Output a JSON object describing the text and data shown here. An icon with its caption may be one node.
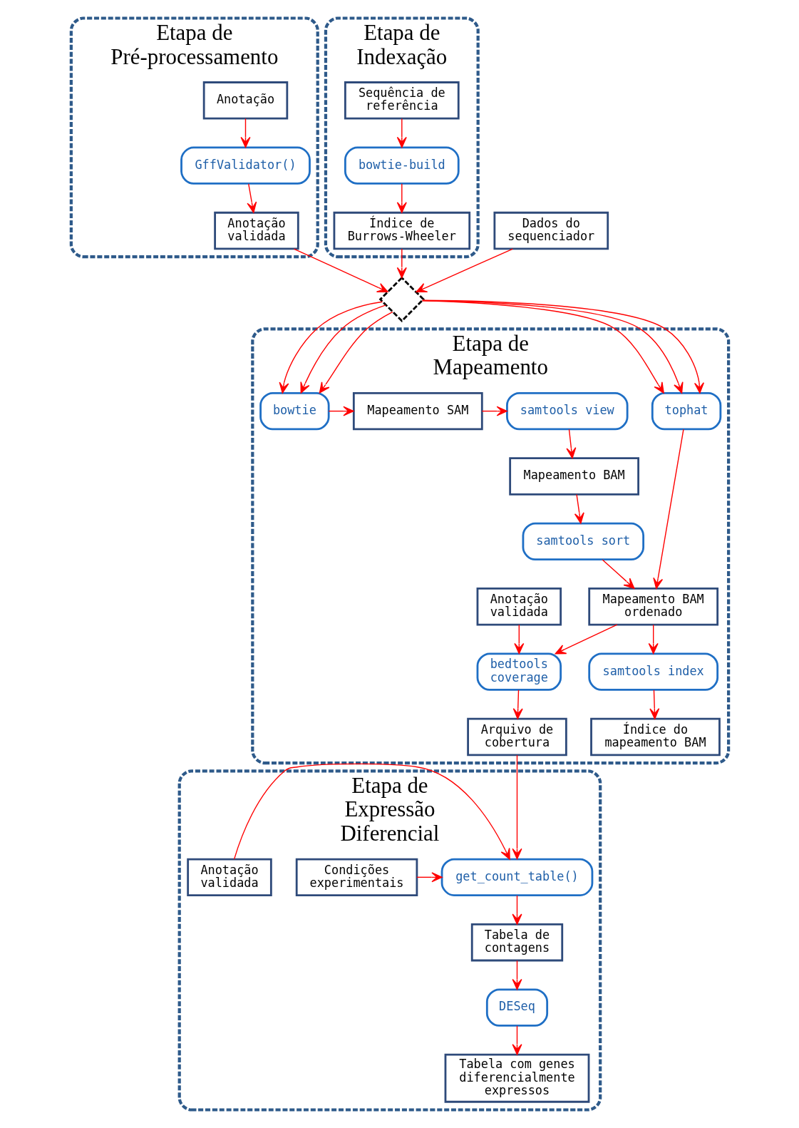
{
  "diagram": {
    "nodes": [
      {
        "text": [
          "Etapa de Pré-processamento"
        ]
      },
      {
        "text": [
          "Anotação"
        ],
        "in": 0
      },
      {
        "text": [
          "GffValidator()"
        ],
        "in": 0
      },
      {
        "text": [
          "Anotação validada"
        ],
        "in": 0
      },
      {
        "text": [
          "Etapa de Indexação"
        ]
      },
      {
        "text": [
          "Sequência de referência"
        ],
        "in": 4
      },
      {
        "text": [
          "bowtie-build"
        ],
        "in": 4
      },
      {
        "text": [
          "Índice de Burrows-Wheeler"
        ],
        "in": 4
      },
      {
        "text": [
          "Dados do sequenciador"
        ]
      },
      {
        "text": [],
        "shape": "diamond"
      },
      {
        "text": [
          "Etapa de Mapeamento"
        ]
      },
      {
        "text": [
          "tophat"
        ],
        "in": 10
      },
      {
        "text": [
          "bowtie"
        ],
        "in": 10
      },
      {
        "text": [
          "Mapeamento SAM"
        ],
        "in": 10
      },
      {
        "text": [
          "samtools view"
        ],
        "in": 10
      },
      {
        "text": [
          "Mapeamento BAM"
        ],
        "in": 10
      },
      {
        "text": [
          "samtools sort"
        ],
        "in": 10
      },
      {
        "text": [
          "Mapeamento BAM ordenado"
        ],
        "in": 10
      },
      {
        "text": [
          "Anotação validada"
        ],
        "in": 10
      },
      {
        "text": [
          "samtools index"
        ],
        "in": 10
      },
      {
        "text": [
          "bedtools coverage"
        ],
        "in": 10
      },
      {
        "text": [
          "Índice do mapeamento BAM"
        ],
        "in": 10
      },
      {
        "text": [
          "Arquivo de cobertura"
        ],
        "in": 10
      },
      {
        "text": [
          "Etapa de Expressão Diferencial"
        ]
      },
      {
        "text": [
          "Condições experimentais"
        ],
        "in": 23
      },
      {
        "text": [
          "get_count_table()"
        ],
        "in": 23
      },
      {
        "text": [
          "Anotação validada"
        ],
        "in": 23
      },
      {
        "text": [
          "Tabela de contagens"
        ],
        "in": 23
      },
      {
        "text": [
          "DESeq"
        ],
        "in": 23
      },
      {
        "text": [
          "Tabela com genes diferencialmente expressos"
        ],
        "in": 23
      }
    ],
    "edges": [
      {
        "from": 1,
        "to": 2,
        "arrow": "to"
      },
      {
        "from": 2,
        "to": 3,
        "arrow": "to"
      },
      {
        "from": 5,
        "to": 6,
        "arrow": "to"
      },
      {
        "from": 6,
        "to": 7,
        "arrow": "to"
      },
      {
        "from": 3,
        "to": 9,
        "arrow": "to"
      },
      {
        "from": 8,
        "to": 9,
        "arrow": "to"
      },
      {
        "from": 7,
        "to": 9,
        "arrow": "to"
      },
      {
        "from": 9,
        "to": 11,
        "arrow": "to"
      },
      {
        "from": 9,
        "to": 11,
        "arrow": "to"
      },
      {
        "from": 9,
        "to": 11,
        "arrow": "to"
      },
      {
        "from": 9,
        "to": 12,
        "arrow": "to"
      },
      {
        "from": 9,
        "to": 12,
        "arrow": "to"
      },
      {
        "from": 9,
        "to": 12,
        "arrow": "to"
      },
      {
        "from": 12,
        "to": 13,
        "arrow": "to"
      },
      {
        "from": 13,
        "to": 14,
        "arrow": "to"
      },
      {
        "from": 14,
        "to": 15,
        "arrow": "to"
      },
      {
        "from": 15,
        "to": 16,
        "arrow": "to"
      },
      {
        "from": 16,
        "to": 17,
        "arrow": "to"
      },
      {
        "from": 11,
        "to": 17,
        "arrow": "to"
      },
      {
        "from": 17,
        "to": 19,
        "arrow": "to"
      },
      {
        "from": 17,
        "to": 20,
        "arrow": "to"
      },
      {
        "from": 18,
        "to": 20,
        "arrow": "to"
      },
      {
        "from": 19,
        "to": 21,
        "arrow": "to"
      },
      {
        "from": 20,
        "to": 22,
        "arrow": "to"
      },
      {
        "from": 22,
        "to": 25,
        "arrow": "to"
      },
      {
        "from": 24,
        "to": 25,
        "arrow": "to"
      },
      {
        "from": 26,
        "to": 25,
        "arrow": "to"
      },
      {
        "from": 25,
        "to": 27,
        "arrow": "to"
      },
      {
        "from": 27,
        "to": 28,
        "arrow": "to"
      },
      {
        "from": 28,
        "to": 29,
        "arrow": "to"
      }
    ]
  }
}
